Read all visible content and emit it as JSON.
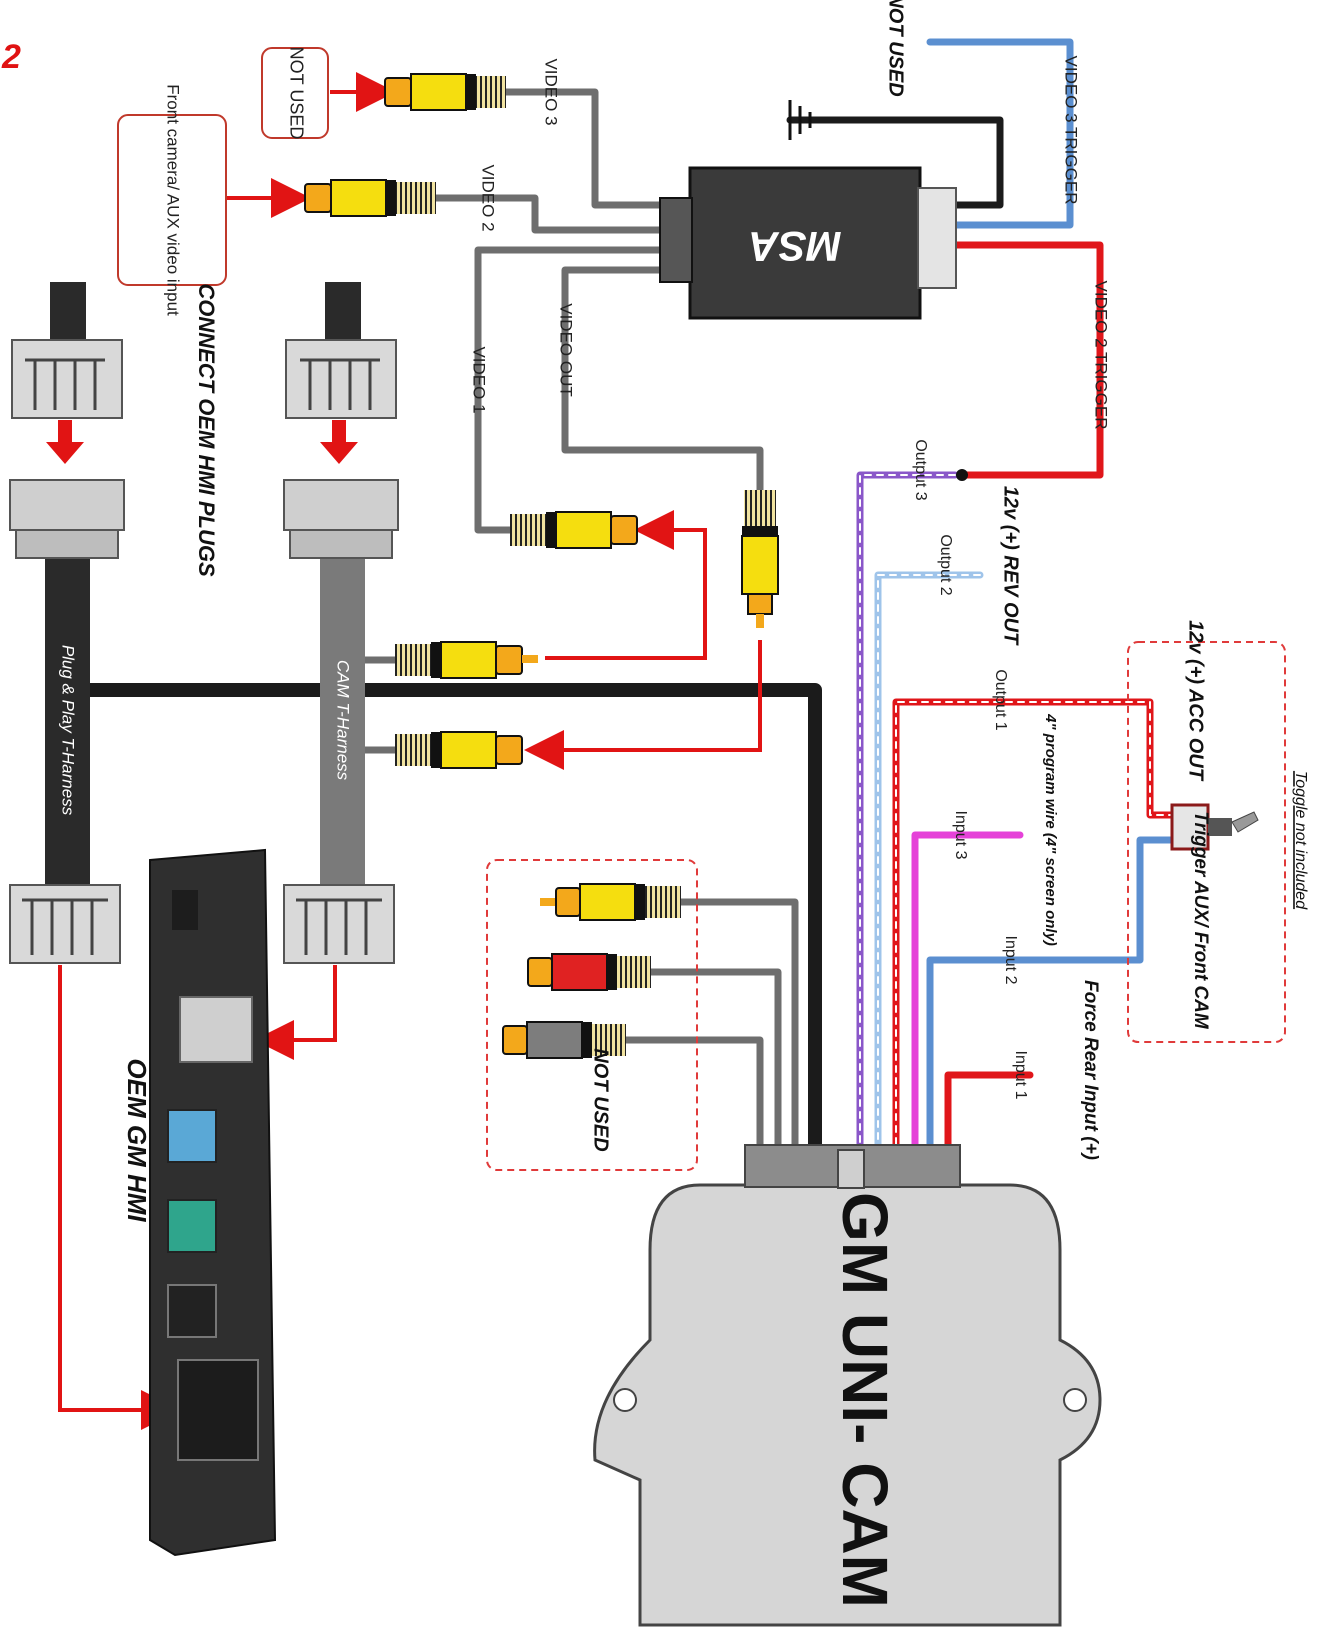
{
  "page_number": "2",
  "colors": {
    "wire_gray": "#6e6e6e",
    "wire_black": "#1b1b1b",
    "wire_blue": "#5b8fd0",
    "wire_red": "#e0161a",
    "wire_purple": "#8a57c9",
    "wire_magenta": "#e542d8",
    "wire_lightblue": "#9fc4ea",
    "rca_yellow": "#f5de0f",
    "rca_red": "#e02222",
    "rca_gray": "#7d7d7d",
    "rca_tip": "#f3a81b",
    "module_dark": "#3a3a3a",
    "unicam_body": "#d6d6d6",
    "hmi_body": "#2f2f2f",
    "dashed_box": "#e03a3a",
    "arrow_red": "#e11414"
  },
  "labels": {
    "not_used_top": "NOT USED",
    "front_camera": "Front camera/ AUX video input",
    "video3": "VIDEO 3",
    "video2": "VIDEO 2",
    "video1": "VIDEO 1",
    "video_out": "VIDEO OUT",
    "video3_trigger": "VIDEO 3 TRIGGER",
    "video2_trigger": "VIDEO 2 TRIGGER",
    "not_used_trigger": "NOT USED",
    "msa": "MSA",
    "connect_plugs": "CONNECT OEM HMI PLUGS",
    "cam_harness": "CAM T-Harness",
    "plug_play": "Plug & Play T-Harness",
    "oem_hmi": "OEM GM HMI",
    "not_used_rca": "NOT USED",
    "output3": "Output 3",
    "output2": "Output 2",
    "output1": "Output 1",
    "rev_out": "12v (+) REV OUT",
    "acc_out": "12v (+) ACC OUT",
    "toggle": "Toggle not included",
    "trigger_aux": "Trigger AUX/ Front CAM",
    "input3": "Input 3",
    "input2": "Input 2",
    "input1": "Input 1",
    "program_wire": "4\" program wire (4\" screen only)",
    "force_rear": "Force Rear Input (+)",
    "unicam": "GM UNI- CAM"
  }
}
